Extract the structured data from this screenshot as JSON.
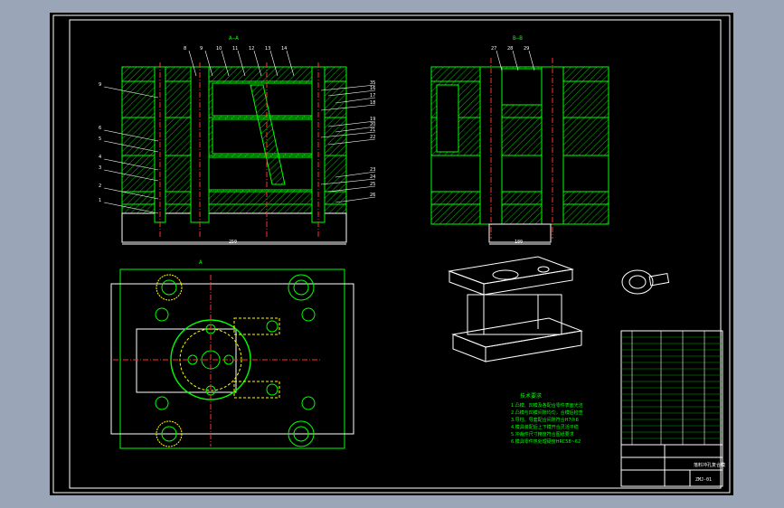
{
  "drawing": {
    "section_a_label": "A—A",
    "section_b_label": "B—B",
    "plan_view_label": "A",
    "overall_width_dim": "250",
    "lower_width_dim": "180",
    "part_number": "ZMJ-01",
    "title_block_title": "落料冲孔复合模"
  },
  "callouts_left": [
    "9",
    "6",
    "5",
    "4",
    "3",
    "2",
    "1"
  ],
  "callouts_top_a": [
    "8",
    "9",
    "10",
    "11",
    "12",
    "13",
    "14"
  ],
  "callouts_right_a": [
    "35",
    "16",
    "17",
    "18",
    "19",
    "20",
    "21",
    "22",
    "23",
    "24",
    "25",
    "26"
  ],
  "callouts_top_b": [
    "27",
    "28",
    "29"
  ],
  "tech_requirements": {
    "title": "技术要求",
    "lines": [
      "1.凸模、凹模及各配合零件表面光洁",
      "2.凸模与凹模间隙均匀，合模后检查",
      "3.导柱、导套配合间隙符合H7/h6",
      "4.模具装配后上下模开合灵活平稳",
      "5.冲裁件尺寸精度符合图纸要求",
      "6.模具零件热处理硬度HRC58~62"
    ]
  },
  "colors": {
    "frame": "#ffffff",
    "outline": "#00ff00",
    "hatch": "#00ff00",
    "centerline": "#ff3030",
    "hidden": "#ffff00",
    "dimension": "#ffffff"
  }
}
